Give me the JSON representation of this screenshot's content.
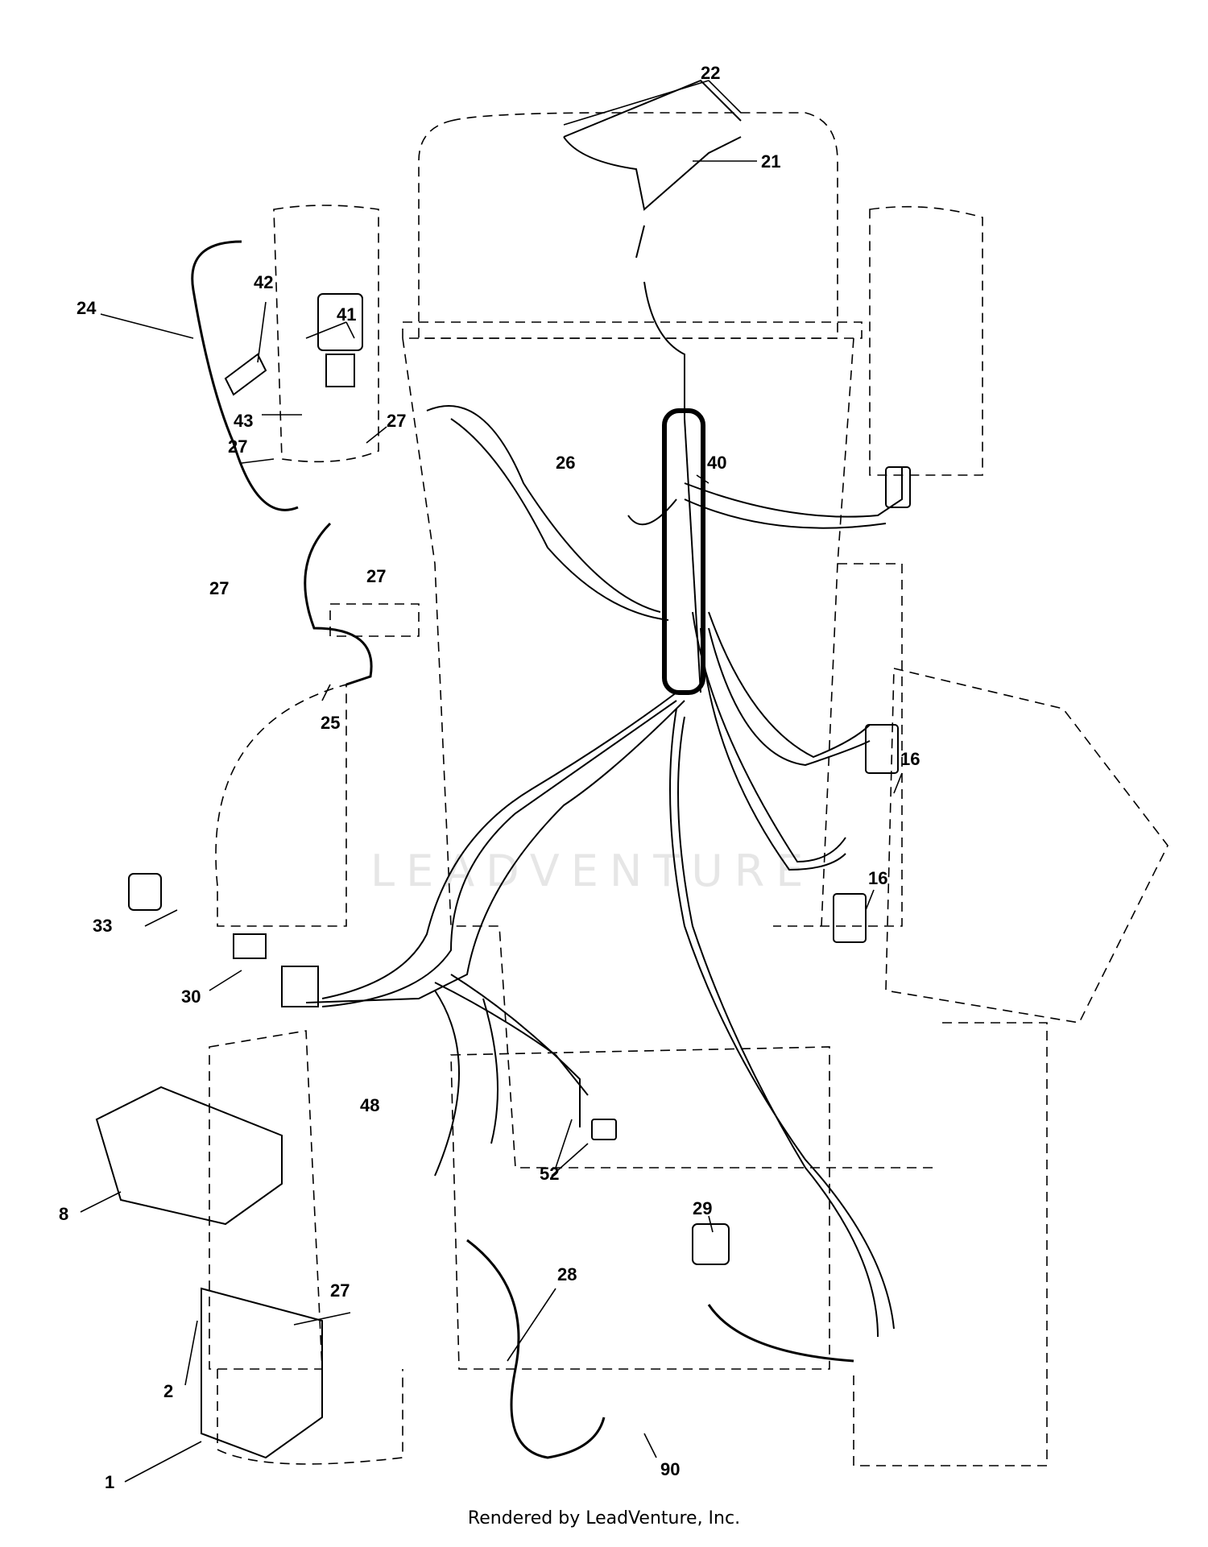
{
  "diagram": {
    "callouts": {
      "c22": "22",
      "c21": "21",
      "c24": "24",
      "c42": "42",
      "c41": "41",
      "c43": "43",
      "c27a": "27",
      "c27b": "27",
      "c27c": "27",
      "c27d": "27",
      "c27e": "27",
      "c26": "26",
      "c40": "40",
      "c25": "25",
      "c16a": "16",
      "c16b": "16",
      "c33": "33",
      "c30": "30",
      "c48": "48",
      "c52": "52",
      "c8": "8",
      "c29": "29",
      "c28": "28",
      "c2": "2",
      "c1": "1",
      "c90": "90"
    },
    "watermark": "LEADVENTURE"
  },
  "footer": {
    "text": "Rendered by LeadVenture, Inc."
  },
  "colors": {
    "ink": "#000000",
    "watermark": "#e6e6e6"
  }
}
